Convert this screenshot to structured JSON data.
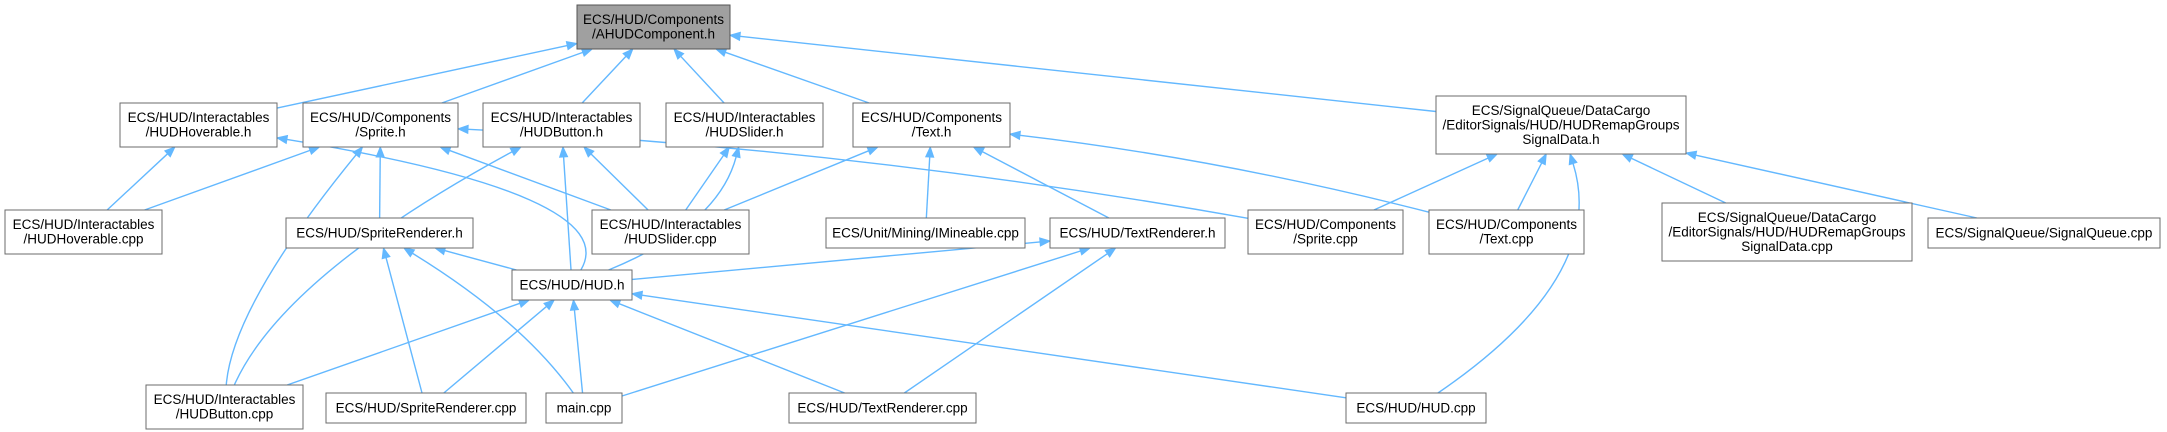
{
  "graph": {
    "colors": {
      "edge": "#63b8ff",
      "node_border": "#6b6b6b",
      "root_fill": "#a0a0a0",
      "node_fill": "#ffffff"
    },
    "nodes": [
      {
        "id": "ahud",
        "lines": [
          "ECS/HUD/Components",
          "/AHUDComponent.h"
        ],
        "root": true
      },
      {
        "id": "hoverable_h",
        "lines": [
          "ECS/HUD/Interactables",
          "/HUDHoverable.h"
        ]
      },
      {
        "id": "sprite_h",
        "lines": [
          "ECS/HUD/Components",
          "/Sprite.h"
        ]
      },
      {
        "id": "button_h",
        "lines": [
          "ECS/HUD/Interactables",
          "/HUDButton.h"
        ]
      },
      {
        "id": "slider_h",
        "lines": [
          "ECS/HUD/Interactables",
          "/HUDSlider.h"
        ]
      },
      {
        "id": "text_h",
        "lines": [
          "ECS/HUD/Components",
          "/Text.h"
        ]
      },
      {
        "id": "remap_h",
        "lines": [
          "ECS/SignalQueue/DataCargo",
          "/EditorSignals/HUD/HUDRemapGroups",
          "SignalData.h"
        ]
      },
      {
        "id": "hoverable_cpp",
        "lines": [
          "ECS/HUD/Interactables",
          "/HUDHoverable.cpp"
        ]
      },
      {
        "id": "spriterenderer_h",
        "lines": [
          "ECS/HUD/SpriteRenderer.h"
        ]
      },
      {
        "id": "slider_cpp",
        "lines": [
          "ECS/HUD/Interactables",
          "/HUDSlider.cpp"
        ]
      },
      {
        "id": "imineable_cpp",
        "lines": [
          "ECS/Unit/Mining/IMineable.cpp"
        ]
      },
      {
        "id": "textrenderer_h",
        "lines": [
          "ECS/HUD/TextRenderer.h"
        ]
      },
      {
        "id": "sprite_cpp",
        "lines": [
          "ECS/HUD/Components",
          "/Sprite.cpp"
        ]
      },
      {
        "id": "text_cpp",
        "lines": [
          "ECS/HUD/Components",
          "/Text.cpp"
        ]
      },
      {
        "id": "remap_cpp",
        "lines": [
          "ECS/SignalQueue/DataCargo",
          "/EditorSignals/HUD/HUDRemapGroups",
          "SignalData.cpp"
        ]
      },
      {
        "id": "signalqueue_cpp",
        "lines": [
          "ECS/SignalQueue/SignalQueue.cpp"
        ]
      },
      {
        "id": "hud_h",
        "lines": [
          "ECS/HUD/HUD.h"
        ]
      },
      {
        "id": "button_cpp",
        "lines": [
          "ECS/HUD/Interactables",
          "/HUDButton.cpp"
        ]
      },
      {
        "id": "spriterenderer_cpp",
        "lines": [
          "ECS/HUD/SpriteRenderer.cpp"
        ]
      },
      {
        "id": "main_cpp",
        "lines": [
          "main.cpp"
        ]
      },
      {
        "id": "textrenderer_cpp",
        "lines": [
          "ECS/HUD/TextRenderer.cpp"
        ]
      },
      {
        "id": "hud_cpp",
        "lines": [
          "ECS/HUD/HUD.cpp"
        ]
      }
    ],
    "edges": [
      [
        "hoverable_h",
        "ahud"
      ],
      [
        "sprite_h",
        "ahud"
      ],
      [
        "button_h",
        "ahud"
      ],
      [
        "slider_h",
        "ahud"
      ],
      [
        "text_h",
        "ahud"
      ],
      [
        "remap_h",
        "ahud"
      ],
      [
        "hoverable_cpp",
        "hoverable_h"
      ],
      [
        "hud_h",
        "hoverable_h"
      ],
      [
        "hoverable_cpp",
        "sprite_h"
      ],
      [
        "spriterenderer_h",
        "sprite_h"
      ],
      [
        "slider_cpp",
        "sprite_h"
      ],
      [
        "sprite_cpp",
        "sprite_h"
      ],
      [
        "button_cpp",
        "sprite_h"
      ],
      [
        "hud_h",
        "button_h"
      ],
      [
        "slider_cpp",
        "button_h"
      ],
      [
        "button_cpp",
        "button_h"
      ],
      [
        "slider_cpp",
        "slider_h"
      ],
      [
        "hud_h",
        "slider_h"
      ],
      [
        "slider_cpp",
        "text_h"
      ],
      [
        "imineable_cpp",
        "text_h"
      ],
      [
        "textrenderer_h",
        "text_h"
      ],
      [
        "text_cpp",
        "text_h"
      ],
      [
        "sprite_cpp",
        "remap_h"
      ],
      [
        "text_cpp",
        "remap_h"
      ],
      [
        "remap_cpp",
        "remap_h"
      ],
      [
        "signalqueue_cpp",
        "remap_h"
      ],
      [
        "hud_cpp",
        "remap_h"
      ],
      [
        "hud_h",
        "spriterenderer_h"
      ],
      [
        "spriterenderer_cpp",
        "spriterenderer_h"
      ],
      [
        "main_cpp",
        "spriterenderer_h"
      ],
      [
        "hud_h",
        "textrenderer_h"
      ],
      [
        "main_cpp",
        "textrenderer_h"
      ],
      [
        "textrenderer_cpp",
        "textrenderer_h"
      ],
      [
        "button_cpp",
        "hud_h"
      ],
      [
        "spriterenderer_cpp",
        "hud_h"
      ],
      [
        "main_cpp",
        "hud_h"
      ],
      [
        "textrenderer_cpp",
        "hud_h"
      ],
      [
        "hud_cpp",
        "hud_h"
      ]
    ]
  }
}
